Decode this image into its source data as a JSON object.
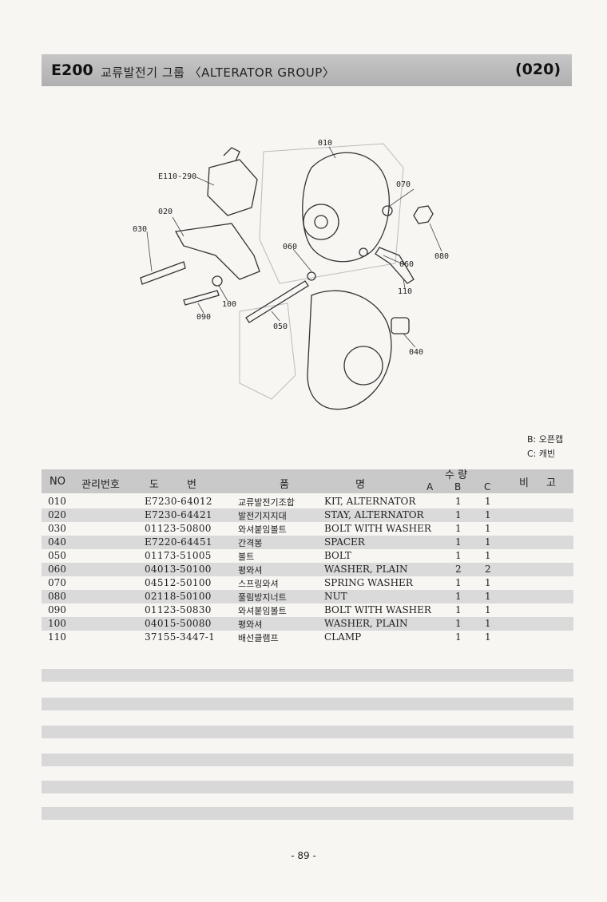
{
  "header": {
    "section_code": "E200",
    "title": "교류발전기 그룹 〈ALTERATOR GROUP〉",
    "group_number": "(020)"
  },
  "diagram": {
    "callouts": {
      "e110_290": "E110-290",
      "p010": "010",
      "p020": "020",
      "p030": "030",
      "p040": "040",
      "p050": "050",
      "p060a": "060",
      "p060b": "060",
      "p070": "070",
      "p080": "080",
      "p090": "090",
      "p100": "100",
      "p110": "110"
    }
  },
  "legend": {
    "b": "B: 오픈캡",
    "c": "C: 캐빈"
  },
  "table": {
    "headers": {
      "no": "NO",
      "mgmt_no": "관리번호",
      "do": "도",
      "beon": "번",
      "pum": "품",
      "myeong": "명",
      "qty": "수 량",
      "qty_a": "A",
      "qty_b": "B",
      "qty_c": "C",
      "bi": "비",
      "go": "고"
    },
    "rows": [
      {
        "no": "010",
        "part": "E7230-64012",
        "kr": "교류발전기조합",
        "en": "KIT, ALTERNATOR",
        "b": "1",
        "c": "1"
      },
      {
        "no": "020",
        "part": "E7230-64421",
        "kr": "발전기지지대",
        "en": "STAY, ALTERNATOR",
        "b": "1",
        "c": "1"
      },
      {
        "no": "030",
        "part": "01123-50800",
        "kr": "와셔붙임볼트",
        "en": "BOLT WITH WASHER",
        "b": "1",
        "c": "1"
      },
      {
        "no": "040",
        "part": "E7220-64451",
        "kr": "간격봉",
        "en": "SPACER",
        "b": "1",
        "c": "1"
      },
      {
        "no": "050",
        "part": "01173-51005",
        "kr": "볼트",
        "en": "BOLT",
        "b": "1",
        "c": "1"
      },
      {
        "no": "060",
        "part": "04013-50100",
        "kr": "평와셔",
        "en": "WASHER, PLAIN",
        "b": "2",
        "c": "2"
      },
      {
        "no": "070",
        "part": "04512-50100",
        "kr": "스프링와셔",
        "en": "SPRING WASHER",
        "b": "1",
        "c": "1"
      },
      {
        "no": "080",
        "part": "02118-50100",
        "kr": "풀림방지너트",
        "en": "NUT",
        "b": "1",
        "c": "1"
      },
      {
        "no": "090",
        "part": "01123-50830",
        "kr": "와셔붙임볼트",
        "en": "BOLT WITH WASHER",
        "b": "1",
        "c": "1"
      },
      {
        "no": "100",
        "part": "04015-50080",
        "kr": "평와셔",
        "en": "WASHER, PLAIN",
        "b": "1",
        "c": "1"
      },
      {
        "no": "110",
        "part": "37155-3447-1",
        "kr": "배선클램프",
        "en": "CLAMP",
        "b": "1",
        "c": "1"
      }
    ]
  },
  "page_number": "- 89 -"
}
